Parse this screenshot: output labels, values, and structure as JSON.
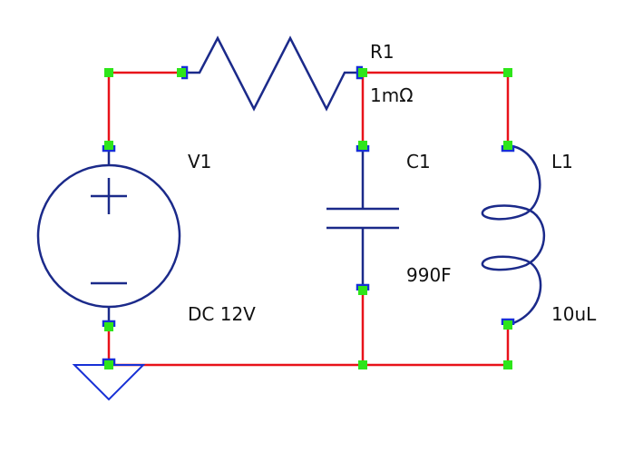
{
  "colors": {
    "wire": "#e8121a",
    "component": "#1b2a8a",
    "pin": "#1730d6",
    "node": "#2ee51a",
    "text": "#111111",
    "background": "#ffffff"
  },
  "components": {
    "resistor": {
      "name": "R1",
      "value": "1mΩ"
    },
    "voltage_source": {
      "name": "V1",
      "value": "DC 12V"
    },
    "capacitor": {
      "name": "C1",
      "value": "990F"
    },
    "inductor": {
      "name": "L1",
      "value": "10uL"
    }
  }
}
